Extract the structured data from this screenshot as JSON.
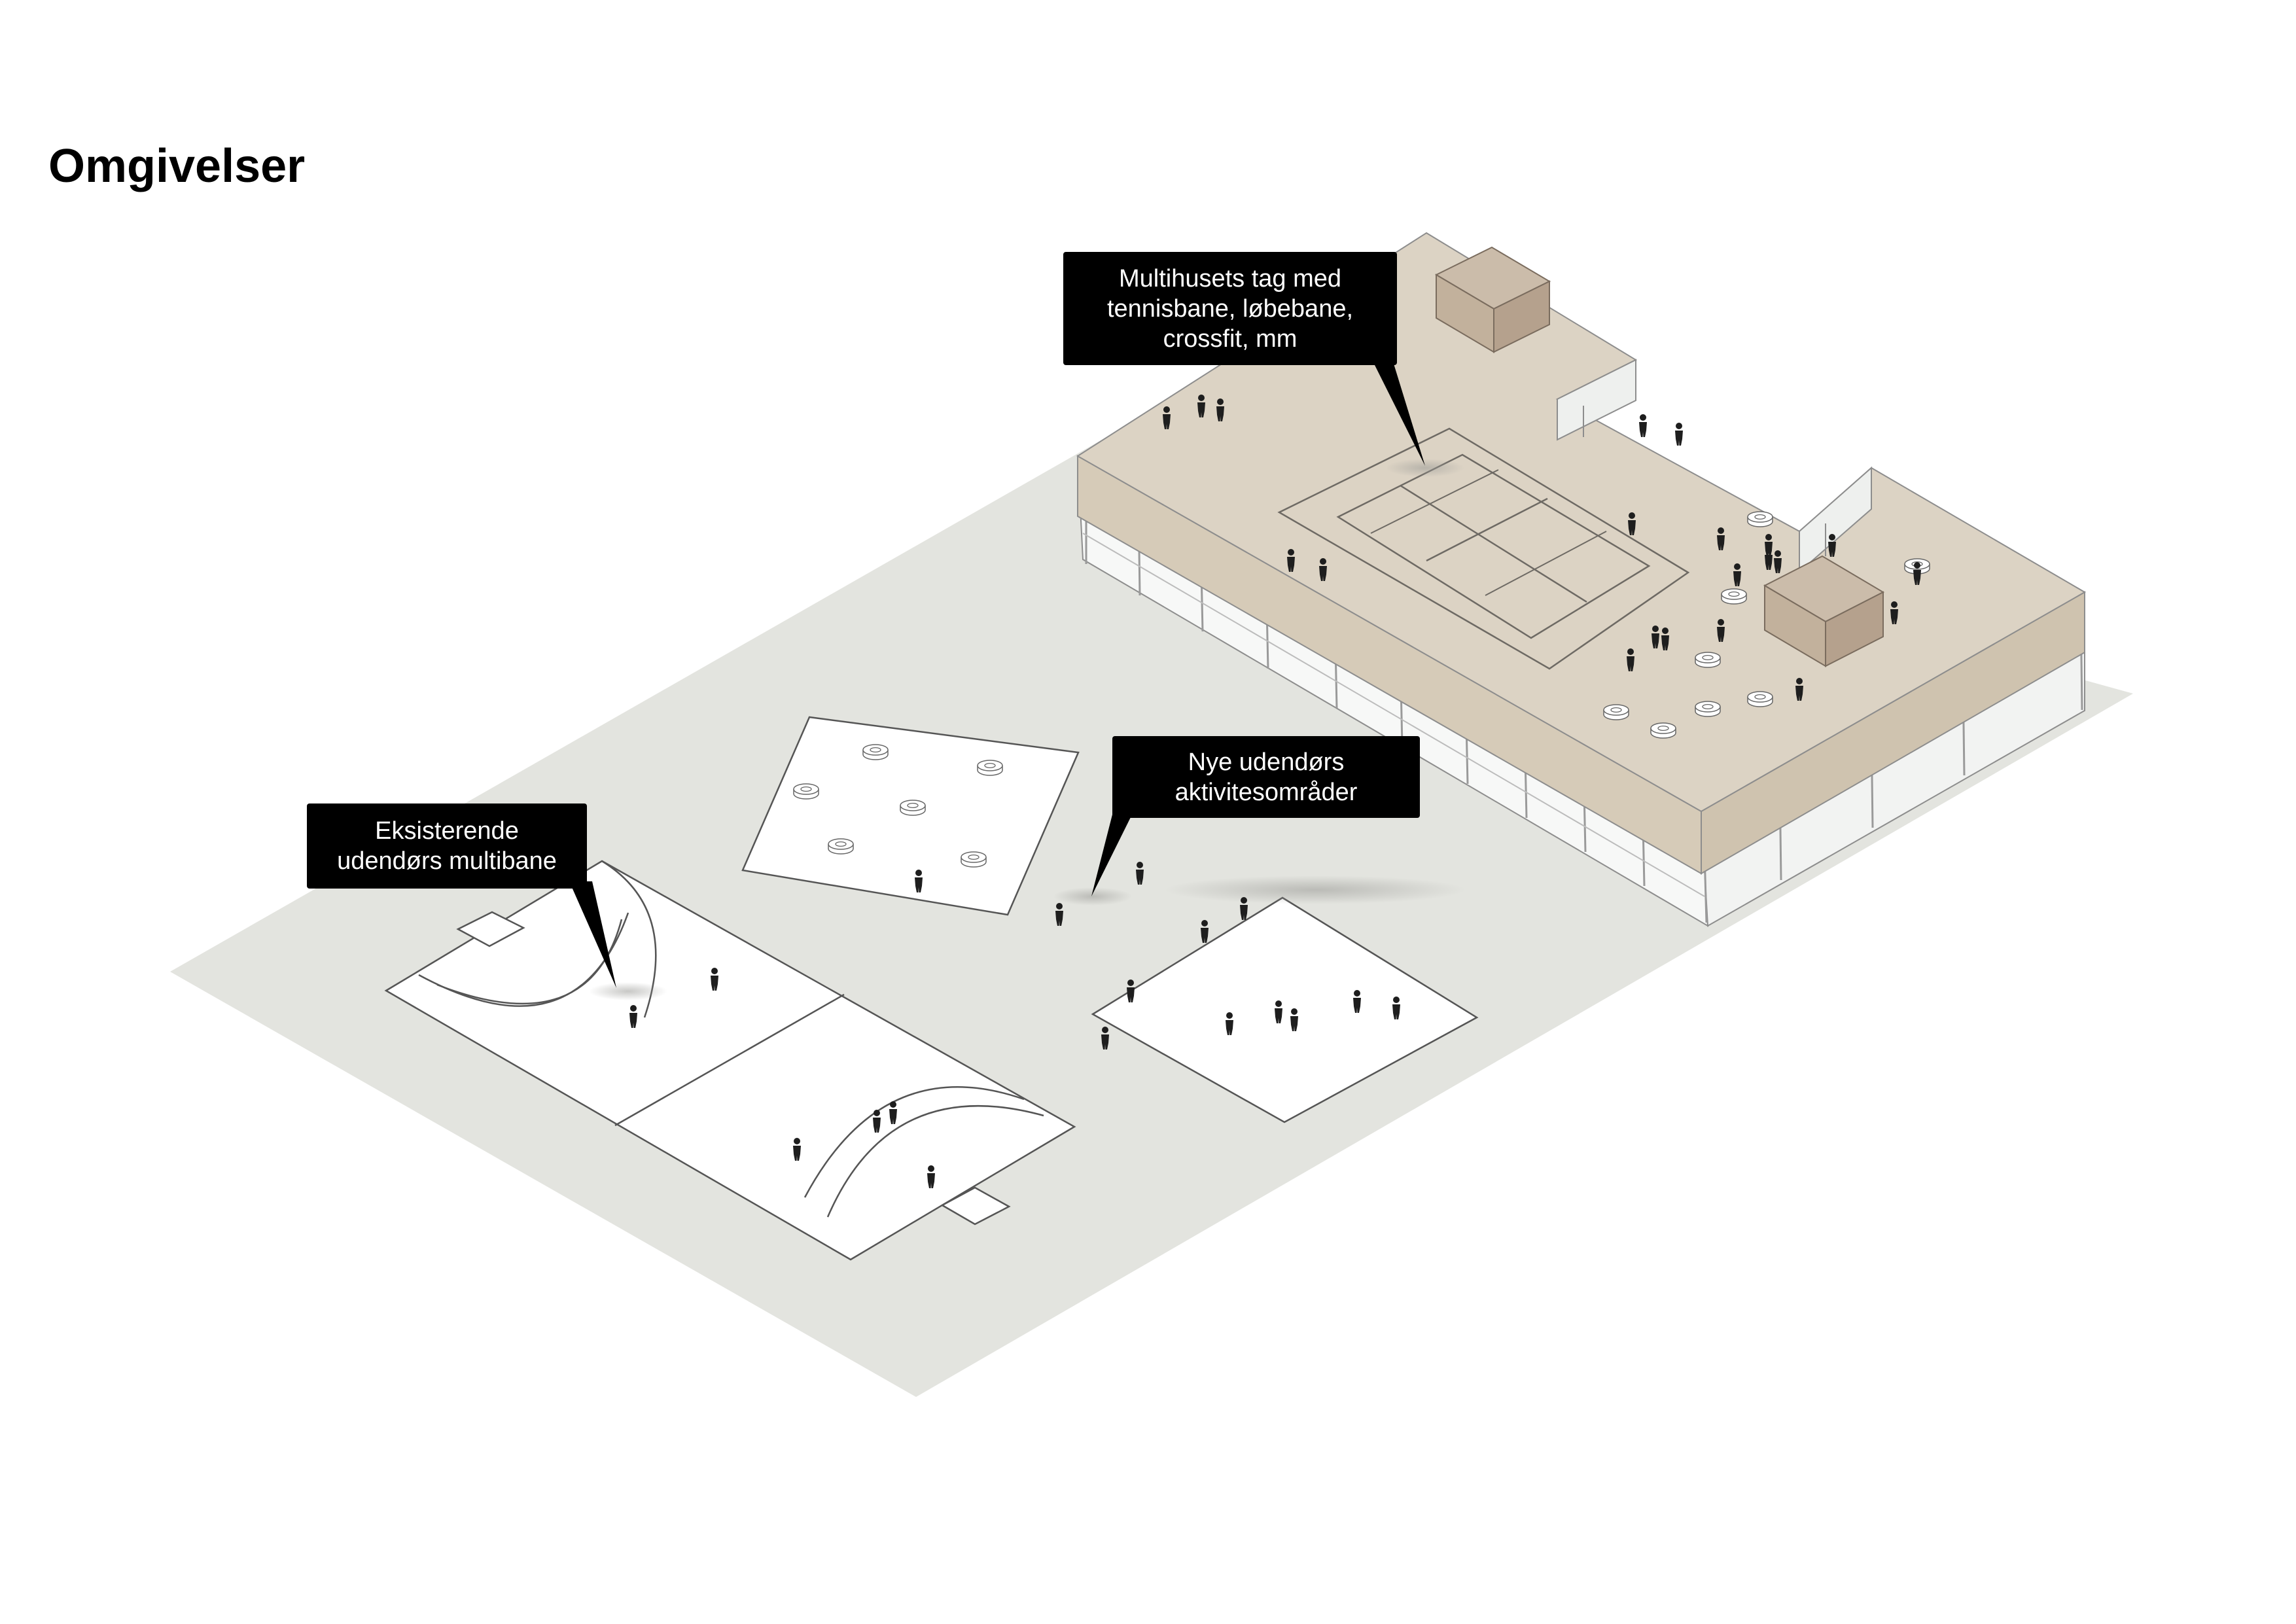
{
  "title": "Omgivelser",
  "colors": {
    "ground": "#e3e4df",
    "roof": "#dcd3c4",
    "roof_side": "#d6cbb8",
    "roof_box_top": "#cbbcaa",
    "roof_box_side": "#b5a18d",
    "label_bg": "#000000",
    "label_text": "#ffffff"
  },
  "callouts": {
    "roof": {
      "lines": [
        "Multihusets tag med",
        "tennisbane, løbebane,",
        "crossfit, mm"
      ]
    },
    "new_areas": {
      "lines": [
        "Nye udendørs",
        "aktivitesområder"
      ]
    },
    "existing_court": {
      "lines": [
        "Eksisterende",
        "udendørs multibane"
      ]
    }
  }
}
